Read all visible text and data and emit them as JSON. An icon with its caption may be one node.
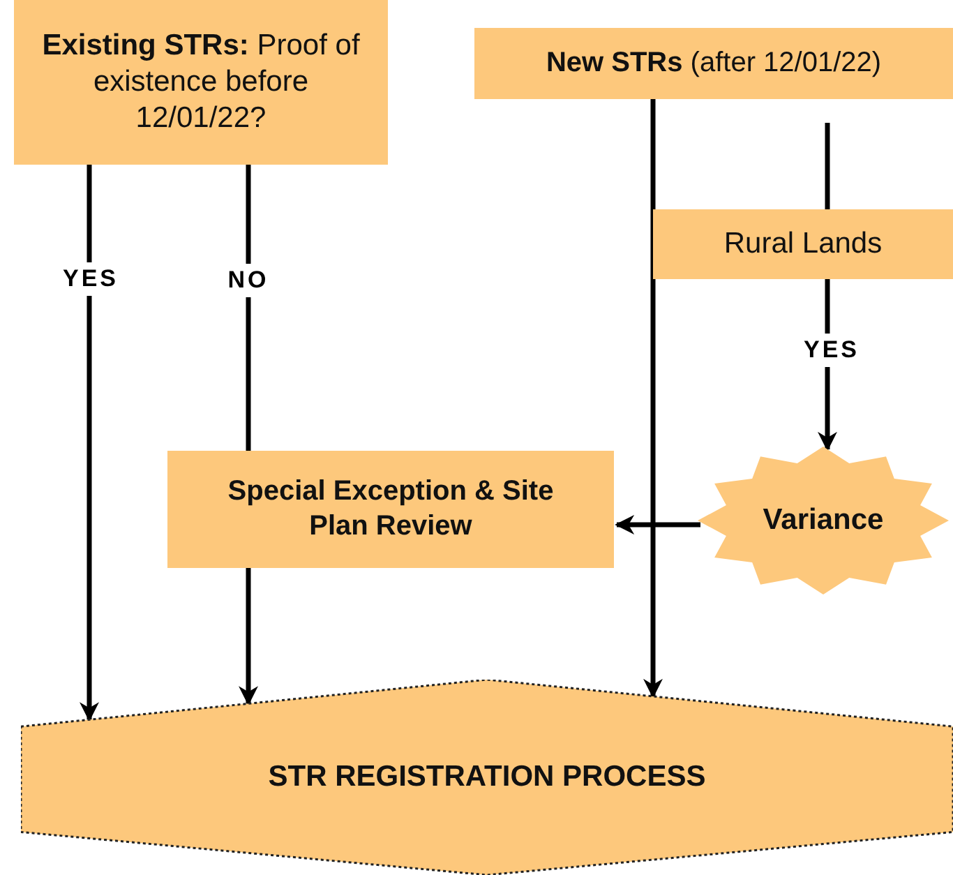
{
  "diagram": {
    "nodes": [
      {
        "text": [
          "**Existing STRs:** Proof of existence before 12/01/22?"
        ]
      },
      {
        "text": [
          "**New STRs** (after 12/01/22)"
        ]
      },
      {
        "text": [
          "Rural Lands"
        ]
      },
      {
        "text": [
          "Special Exception & Site Plan Review"
        ]
      },
      {
        "text": [
          "Variance"
        ]
      },
      {
        "text": [
          "STR REGISTRATION PROCESS"
        ]
      }
    ],
    "edges": [
      {
        "from": 0,
        "to": 5,
        "arrow": "to",
        "label": "YES"
      },
      {
        "from": 0,
        "to": 3,
        "arrow": "none",
        "label": "NO"
      },
      {
        "from": 3,
        "to": 5,
        "arrow": "to"
      },
      {
        "from": 1,
        "to": 5,
        "arrow": "to"
      },
      {
        "from": 1,
        "to": 2,
        "arrow": "none"
      },
      {
        "from": 2,
        "to": 4,
        "arrow": "to",
        "label": "YES"
      },
      {
        "from": 4,
        "to": 3,
        "arrow": "to"
      }
    ]
  }
}
